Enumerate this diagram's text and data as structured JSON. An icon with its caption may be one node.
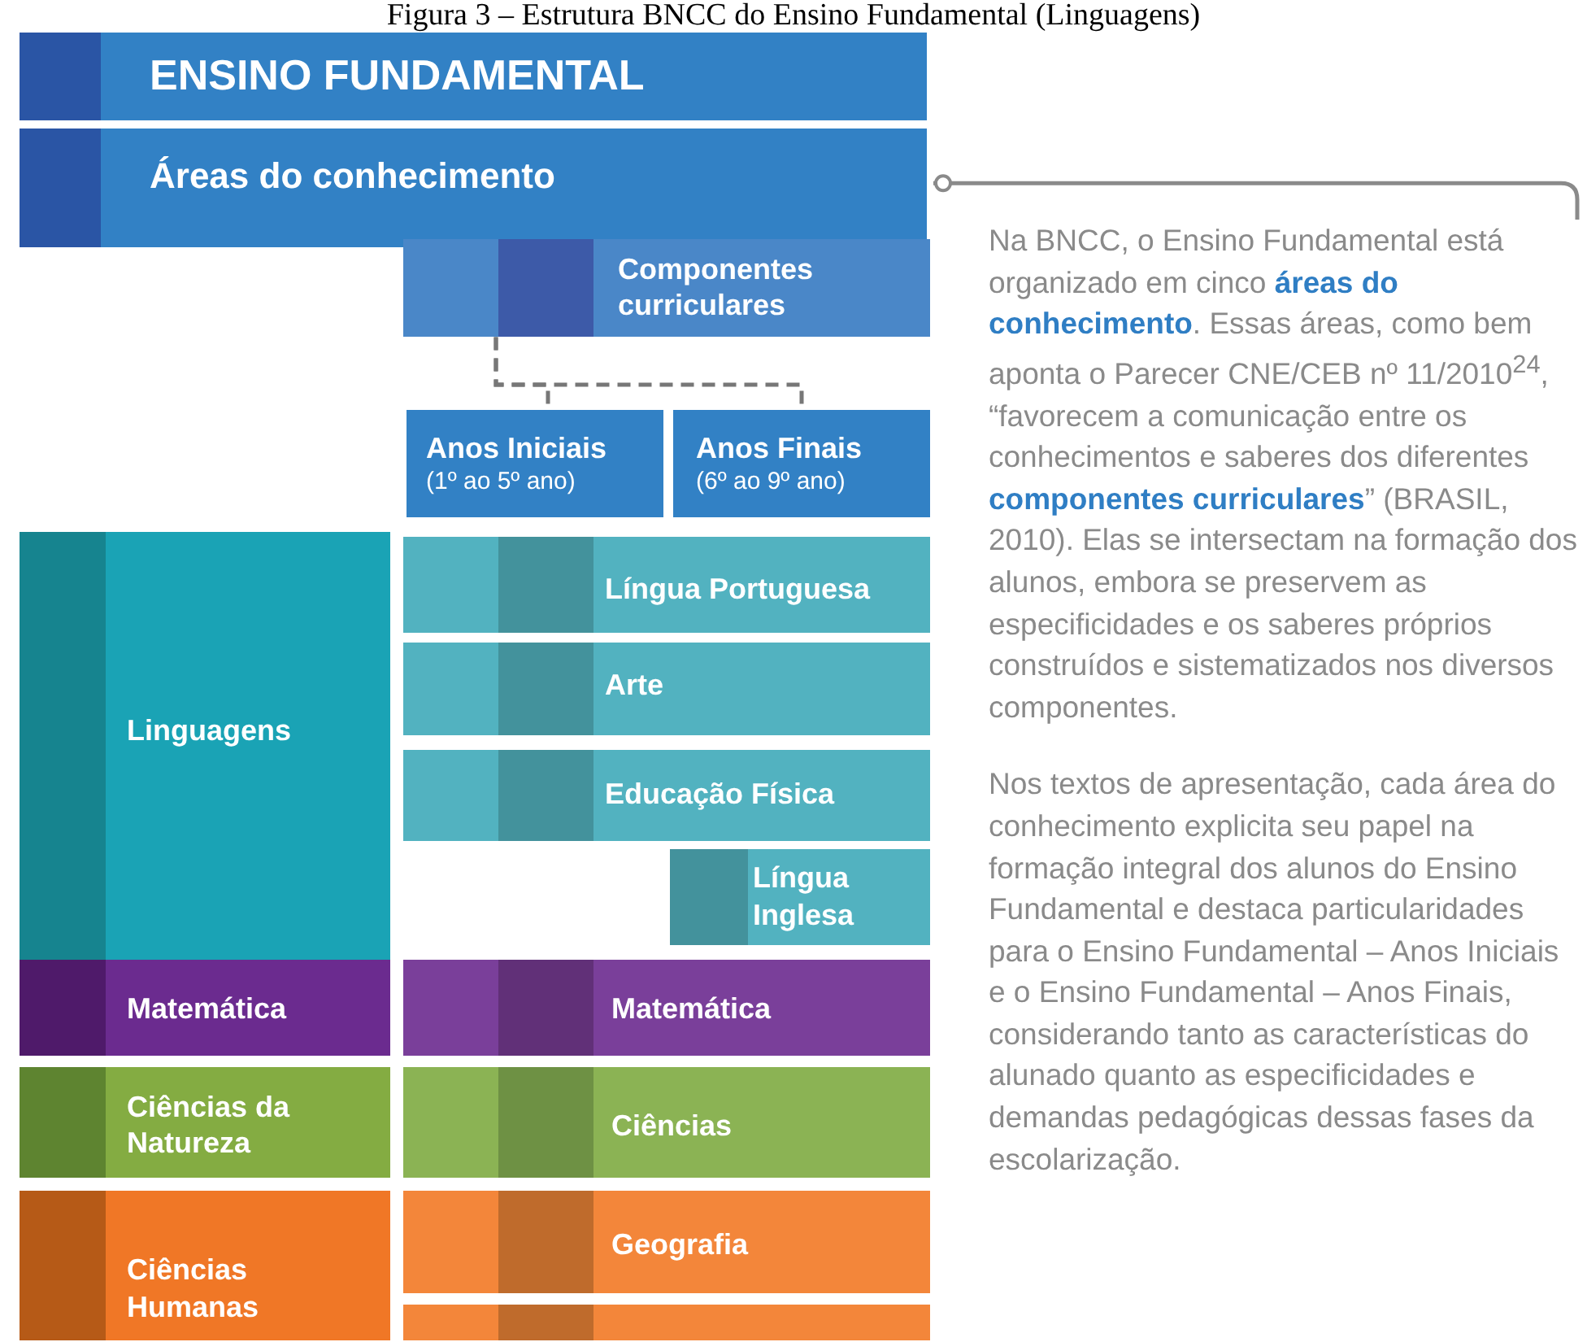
{
  "diagram": {
    "title": "Figura 3 – Estrutura BNCC do Ensino Fundamental (Linguagens)",
    "nodes": [
      {
        "text": [
          "ENSINO FUNDAMENTAL"
        ]
      },
      {
        "text": [
          "Áreas do conhecimento"
        ]
      },
      {
        "text": [
          "Componentes curriculares"
        ]
      },
      {
        "text": [
          "Anos Iniciais",
          "(1º ao 5º ano)"
        ]
      },
      {
        "text": [
          "Anos Finais",
          "(6º ao 9º ano)"
        ]
      },
      {
        "text": [
          "Linguagens"
        ]
      },
      {
        "text": [
          "Língua Portuguesa"
        ]
      },
      {
        "text": [
          "Arte"
        ]
      },
      {
        "text": [
          "Educação Física"
        ]
      },
      {
        "text": [
          "Língua Inglesa"
        ]
      },
      {
        "text": [
          "Matemática"
        ]
      },
      {
        "text": [
          "Matemática"
        ]
      },
      {
        "text": [
          "Ciências da Natureza"
        ]
      },
      {
        "text": [
          "Ciências"
        ]
      },
      {
        "text": [
          "Ciências Humanas"
        ]
      },
      {
        "text": [
          "Geografia"
        ]
      },
      {
        "text": [],
        "shape": "box"
      },
      {
        "text": [
          "Na BNCC, o Ensino Fundamental está organizado em cinco **áreas do conhecimento**. Essas áreas, como bem aponta o Parecer CNE/CEB nº 11/2010$^{24}$, “favorecem a comunicação entre os conhecimentos e saberes dos diferentes **componentes curriculares**” (BRASIL, 2010). Elas se intersectam na formação dos alunos, embora se preservem as especificidades e os saberes próprios construídos e sistematizados nos diversos componentes.",
          "Nos textos de apresentação, cada área do conhecimento explicita seu papel na formação integral dos alunos do Ensino Fundamental e destaca particularidades para o Ensino Fundamental – Anos Iniciais e o Ensino Fundamental – Anos Finais, considerando tanto as características do alunado quanto as especificidades e demandas pedagógicas dessas fases da escolarização."
        ]
      }
    ],
    "edges": [
      {
        "from": 2,
        "to": 3,
        "arrow": "none",
        "style": "dashed"
      },
      {
        "from": 2,
        "to": 4,
        "arrow": "none",
        "style": "dashed"
      },
      {
        "from": 1,
        "to": 17,
        "arrow": "other"
      }
    ]
  }
}
